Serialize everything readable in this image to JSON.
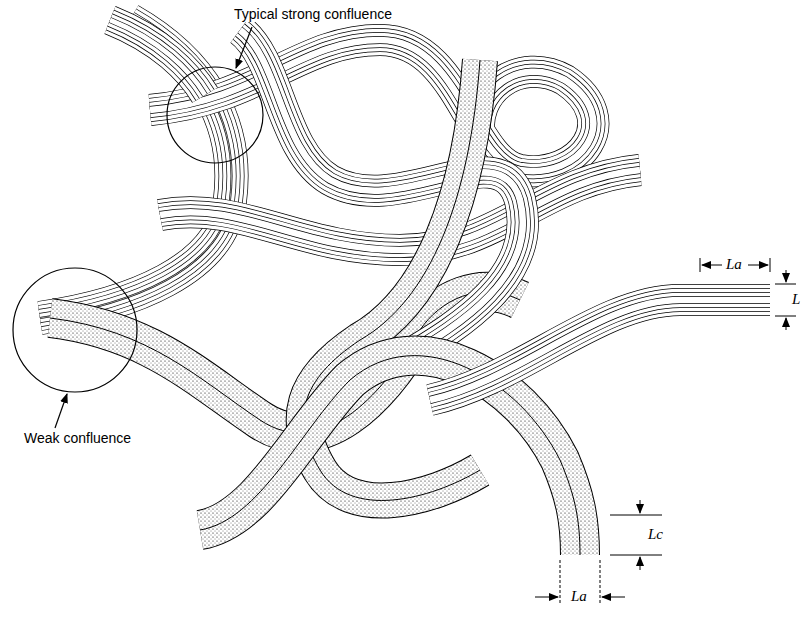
{
  "diagram": {
    "labels": [
      "Typical strong confluence",
      "Weak confluence",
      "La",
      "L",
      "Lc",
      "La"
    ]
  }
}
